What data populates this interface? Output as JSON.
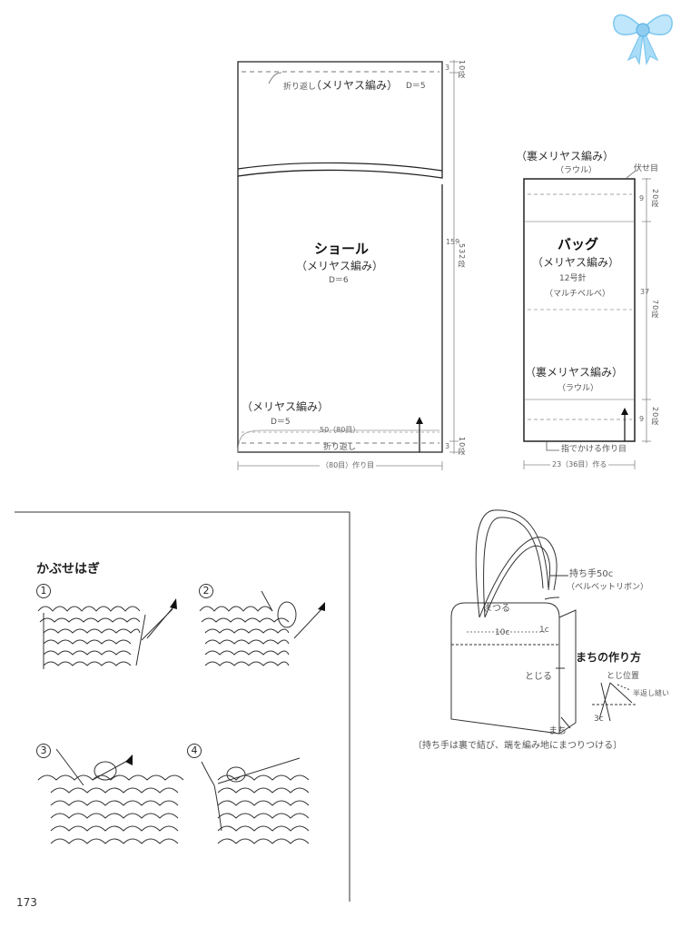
{
  "shawl": {
    "fold_top": "折り返し",
    "stockinette_top": "（メリヤス編み）",
    "d_top": "D＝5",
    "title": "ショール",
    "pattern": "（メリヤス編み）",
    "d_main": "D＝6",
    "stockinette_bottom": "（メリヤス編み）",
    "d_bottom": "D＝5",
    "stitches_bottom": "50（80目）",
    "fold_bottom": "折り返し",
    "cast_on": "（80目）作り目",
    "dim_top": "3",
    "rows_top": "10段",
    "dim_main": "159",
    "rows_main": "532段",
    "dim_bottom": "3",
    "rows_bottom": "10段"
  },
  "bag": {
    "reverse_top": "（裏メリヤス編み）",
    "raoul_top": "（ラウル）",
    "bind_off": "伏せ目",
    "title": "バッグ",
    "pattern": "（メリヤス編み）",
    "needle": "12号針",
    "yarn": "（マルチベルベ）",
    "reverse_bottom": "（裏メリヤス編み）",
    "raoul_bottom": "（ラウル）",
    "finger_cast_on": "指でかける作り目",
    "cast_on": "23（36目）作る",
    "dim_top": "9",
    "rows_top": "20段",
    "dim_main": "37",
    "rows_main": "70段",
    "dim_bottom": "9",
    "rows_bottom": "20段"
  },
  "joining": {
    "title": "かぶせはぎ",
    "steps": [
      "1",
      "2",
      "3",
      "4"
    ]
  },
  "bag_assembly": {
    "handle": "持ち手50c",
    "handle_note": "（ベルベットリボン）",
    "matsuru": "まつる",
    "width_10c": "10c",
    "width_1c": "1c",
    "gusset_title": "まちの作り方",
    "tojiru": "とじる",
    "toji_ichi": "とじ位置",
    "hangaeshi": "半返し縫い",
    "c3": "3c",
    "machi": "まち",
    "note": "〔持ち手は裏で結び、端を編み地にまつりつける〕"
  },
  "page_number": "173",
  "colors": {
    "line": "#222222",
    "dashed": "#777777",
    "ribbon": "#9fd4f2"
  }
}
